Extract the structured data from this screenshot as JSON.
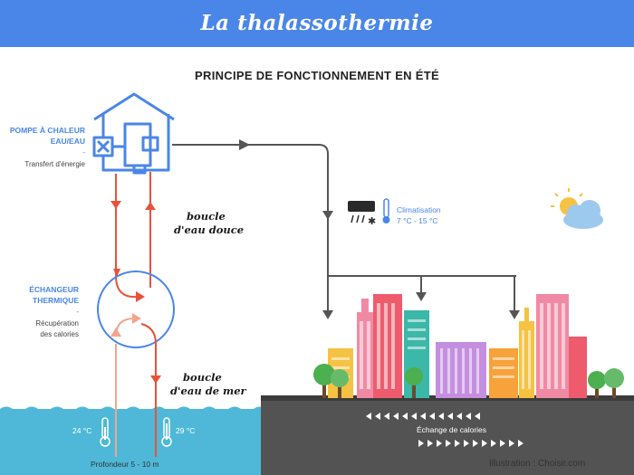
{
  "header": {
    "title": "La thalassothermie"
  },
  "subtitle": "PRINCIPE DE FONCTIONNEMENT EN ÉTÉ",
  "heat_pump": {
    "line1": "POMPE À CHALEUR",
    "line2": "EAU/EAU",
    "dash": "-",
    "desc": "Transfert d'énergie"
  },
  "exchanger": {
    "line1": "ÉCHANGEUR",
    "line2": "THERMIQUE",
    "dash": "-",
    "desc1": "Récupération",
    "desc2": "des calories"
  },
  "fresh_loop": {
    "line1": "boucle",
    "line2": "d'eau douce"
  },
  "sea_loop": {
    "line1": "boucle",
    "line2": "d'eau de mer"
  },
  "climatisation": {
    "label": "Climatisation",
    "range": "7 °C - 15 °C"
  },
  "sea": {
    "temp_left": "24 °C",
    "temp_right": "29 °C",
    "depth": "Profondeur 5 - 10 m"
  },
  "ground": {
    "exchange": "Échange de calories"
  },
  "credit": "Illustration : Choisir.com",
  "colors": {
    "blue": "#4a86e8",
    "red": "#e8523a",
    "salmon": "#f2a48f",
    "sea": "#4fb8d8",
    "ground": "#535353",
    "pipe": "#555555"
  },
  "icons": [
    "house-icon",
    "ac-unit-icon",
    "thermometer-icon",
    "sun-cloud-icon",
    "tree-icon"
  ]
}
